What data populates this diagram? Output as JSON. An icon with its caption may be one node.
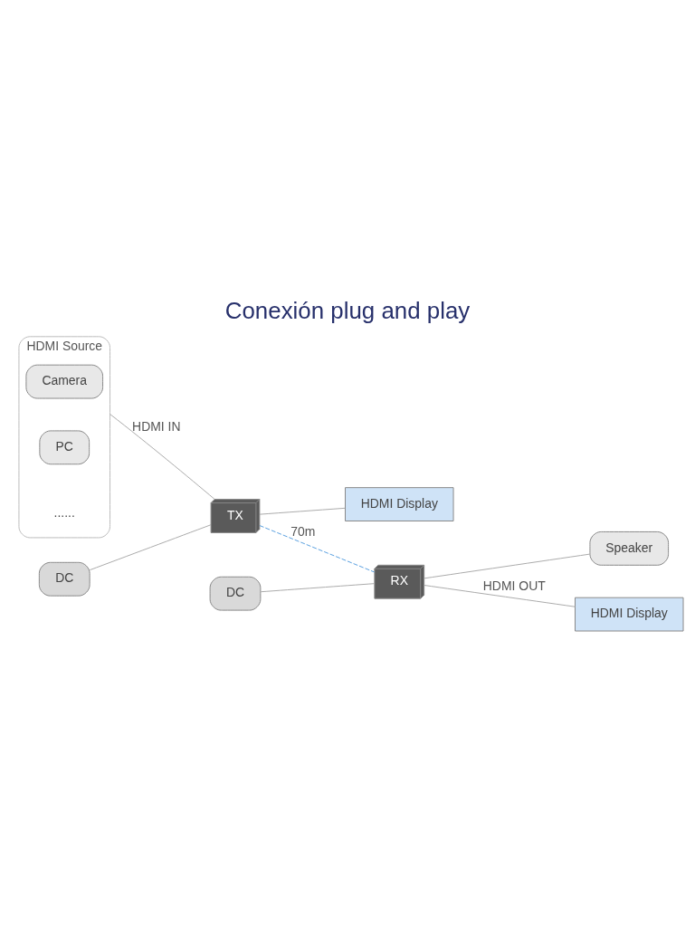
{
  "diagram": {
    "title": "Conexión plug and play",
    "nodes": [
      {
        "text": [
          "HDMI Source"
        ]
      },
      {
        "text": [
          "Camera"
        ],
        "in": 0
      },
      {
        "text": [
          "PC"
        ],
        "in": 0
      },
      {
        "text": [
          "......"
        ],
        "in": 0
      },
      {
        "text": [
          "DC"
        ]
      },
      {
        "text": [
          "TX"
        ]
      },
      {
        "text": [
          "DC"
        ]
      },
      {
        "text": [
          "RX"
        ]
      },
      {
        "text": [
          "Speaker"
        ]
      },
      {
        "text": [
          "HDMI Display"
        ]
      },
      {
        "text": [
          "HDMI Display"
        ]
      }
    ],
    "edges": [
      {
        "from": 0,
        "to": 5,
        "arrow": "none",
        "label": "HDMI IN"
      },
      {
        "from": 4,
        "to": 5,
        "arrow": "none"
      },
      {
        "from": 6,
        "to": 7,
        "arrow": "none"
      },
      {
        "from": 5,
        "to": 7,
        "arrow": "none",
        "label": "70m",
        "style": "dashed",
        "color": "#5aa0e0"
      },
      {
        "from": 7,
        "to": 8,
        "arrow": "none"
      },
      {
        "from": 7,
        "to": 9,
        "arrow": "none",
        "label": "HDMI OUT"
      },
      {
        "from": 5,
        "to": 10,
        "arrow": "none"
      }
    ]
  }
}
